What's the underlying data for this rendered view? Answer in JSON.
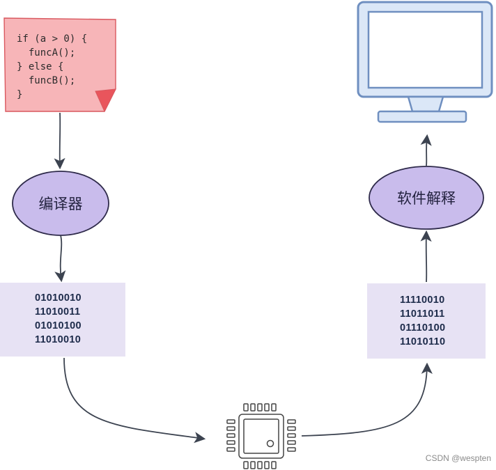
{
  "source_code": {
    "lines": [
      "if (a > 0) {",
      "  funcA();",
      "} else {",
      "  funcB();",
      "}"
    ]
  },
  "nodes": {
    "compiler": {
      "label": "编译器"
    },
    "software_interpret": {
      "label": "软件解释"
    }
  },
  "binary_left": {
    "lines": [
      "01010010",
      "11010011",
      "01010100",
      "11010010"
    ]
  },
  "binary_right": {
    "lines": [
      "11110010",
      "11011011",
      "01110100",
      "11010110"
    ]
  },
  "watermark": "CSDN @wespten",
  "colors": {
    "note_fill": "#f7b5b8",
    "note_stroke": "#d9585f",
    "ellipse_fill": "#c9bcec",
    "ellipse_stroke": "#2e2a4a",
    "binary_box_fill": "#e7e2f4",
    "monitor_fill": "#dbe7f7",
    "monitor_stroke": "#6f8fc0",
    "arrow": "#3c4350"
  }
}
